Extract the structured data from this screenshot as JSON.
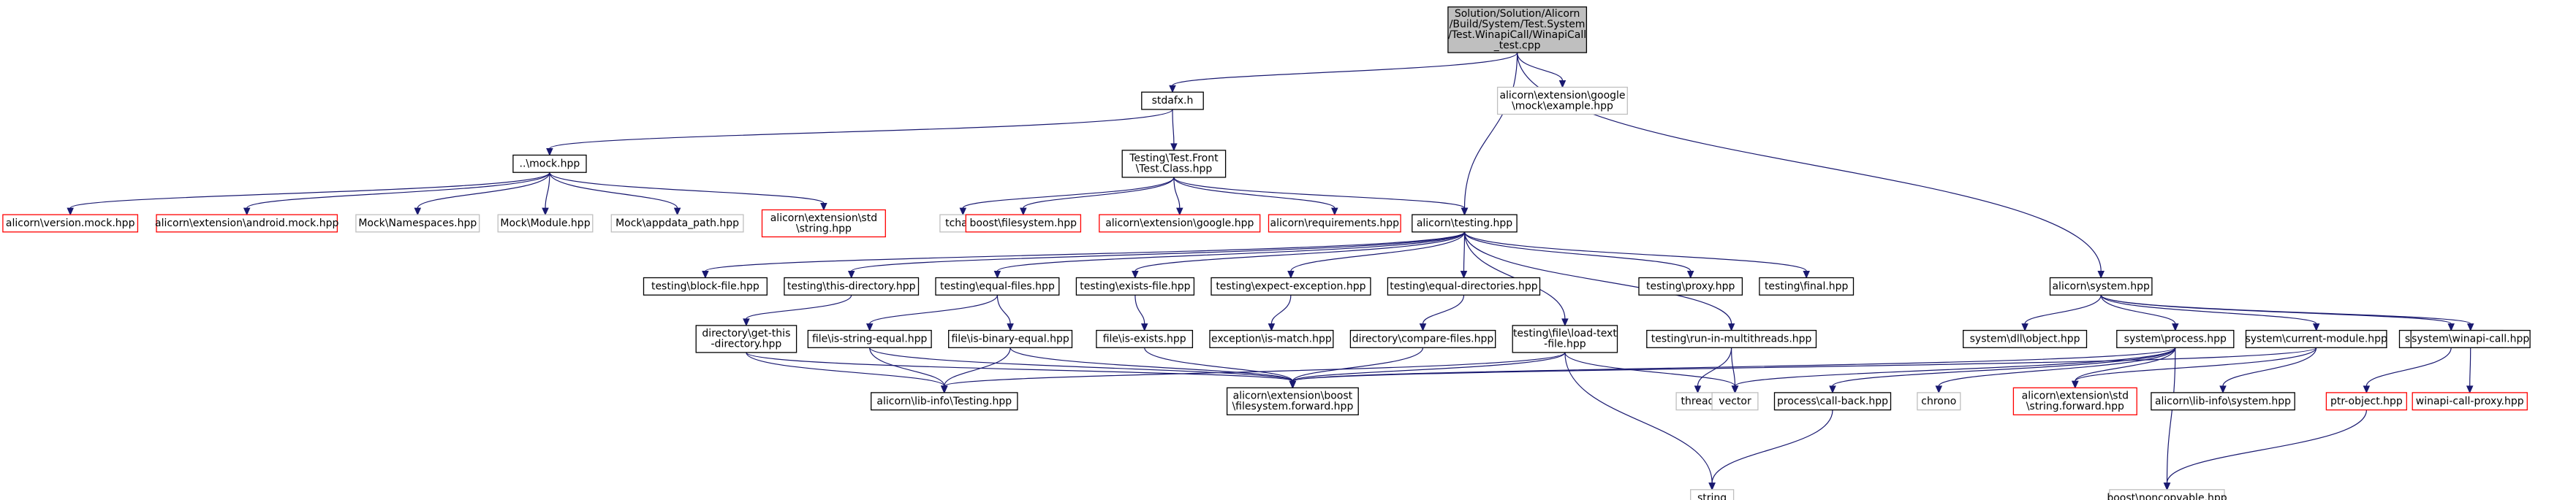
{
  "styles": {
    "root": {
      "fill": "#bfbfbf",
      "stroke": "#000000",
      "text": "#000000"
    },
    "black": {
      "fill": "#ffffff",
      "stroke": "#000000",
      "text": "#000000"
    },
    "red": {
      "fill": "#ffffff",
      "stroke": "#ff0000",
      "text": "#000000"
    },
    "gray": {
      "fill": "#ffffff",
      "stroke": "#bfbfbf",
      "text": "#000000"
    },
    "edge_color": "#191970",
    "edge_gray_color": "#8a8a9a"
  },
  "nodes": [
    {
      "id": "root",
      "style": "root",
      "lines": [
        "Solution/Solution/Alicorn",
        "/Build/System/Test.System",
        "/Test.WinapiCall/WinapiCall",
        "_test.cpp"
      ]
    },
    {
      "id": "stdafx",
      "style": "black",
      "lines": [
        "stdafx.h"
      ]
    },
    {
      "id": "google_mock_example",
      "style": "gray",
      "lines": [
        "alicorn\\extension\\google",
        "\\mock\\example.hpp"
      ]
    },
    {
      "id": "mock",
      "style": "black",
      "lines": [
        "..\\mock.hpp"
      ]
    },
    {
      "id": "test_front",
      "style": "black",
      "lines": [
        "Testing\\Test.Front",
        "\\Test.Class.hpp"
      ]
    },
    {
      "id": "version_mock",
      "style": "red",
      "lines": [
        "alicorn\\version.mock.hpp"
      ]
    },
    {
      "id": "android_mock",
      "style": "red",
      "lines": [
        "alicorn\\extension\\android.mock.hpp"
      ]
    },
    {
      "id": "mock_namespaces",
      "style": "gray",
      "lines": [
        "Mock\\Namespaces.hpp"
      ]
    },
    {
      "id": "mock_module",
      "style": "gray",
      "lines": [
        "Mock\\Module.hpp"
      ]
    },
    {
      "id": "mock_appdata",
      "style": "gray",
      "lines": [
        "Mock\\appdata_path.hpp"
      ]
    },
    {
      "id": "std_string_hpp",
      "style": "red",
      "lines": [
        "alicorn\\extension\\std",
        "\\string.hpp"
      ]
    },
    {
      "id": "tchar",
      "style": "gray",
      "lines": [
        "tchar.h"
      ]
    },
    {
      "id": "boost_filesystem",
      "style": "red",
      "lines": [
        "boost\\filesystem.hpp"
      ]
    },
    {
      "id": "ext_google",
      "style": "red",
      "lines": [
        "alicorn\\extension\\google.hpp"
      ]
    },
    {
      "id": "requirements",
      "style": "red",
      "lines": [
        "alicorn\\requirements.hpp"
      ]
    },
    {
      "id": "testing",
      "style": "black",
      "lines": [
        "alicorn\\testing.hpp"
      ]
    },
    {
      "id": "alicorn_system",
      "style": "black",
      "lines": [
        "alicorn\\system.hpp"
      ]
    },
    {
      "id": "block_file",
      "style": "black",
      "lines": [
        "testing\\block-file.hpp"
      ]
    },
    {
      "id": "this_directory",
      "style": "black",
      "lines": [
        "testing\\this-directory.hpp"
      ]
    },
    {
      "id": "equal_files",
      "style": "black",
      "lines": [
        "testing\\equal-files.hpp"
      ]
    },
    {
      "id": "exists_file",
      "style": "black",
      "lines": [
        "testing\\exists-file.hpp"
      ]
    },
    {
      "id": "expect_exception",
      "style": "black",
      "lines": [
        "testing\\expect-exception.hpp"
      ]
    },
    {
      "id": "equal_directories",
      "style": "black",
      "lines": [
        "testing\\equal-directories.hpp"
      ]
    },
    {
      "id": "load_text_file",
      "style": "black",
      "lines": [
        "testing\\file\\load-text",
        "-file.hpp"
      ]
    },
    {
      "id": "run_in_multithreads",
      "style": "black",
      "lines": [
        "testing\\run-in-multithreads.hpp"
      ]
    },
    {
      "id": "testing_proxy",
      "style": "black",
      "lines": [
        "testing\\proxy.hpp"
      ]
    },
    {
      "id": "testing_final",
      "style": "black",
      "lines": [
        "testing\\final.hpp"
      ]
    },
    {
      "id": "get_this_directory",
      "style": "black",
      "lines": [
        "directory\\get-this",
        "-directory.hpp"
      ]
    },
    {
      "id": "is_string_equal",
      "style": "black",
      "lines": [
        "file\\is-string-equal.hpp"
      ]
    },
    {
      "id": "is_binary_equal",
      "style": "black",
      "lines": [
        "file\\is-binary-equal.hpp"
      ]
    },
    {
      "id": "is_exists",
      "style": "black",
      "lines": [
        "file\\is-exists.hpp"
      ]
    },
    {
      "id": "is_match",
      "style": "black",
      "lines": [
        "exception\\is-match.hpp"
      ]
    },
    {
      "id": "compare_files",
      "style": "black",
      "lines": [
        "directory\\compare-files.hpp"
      ]
    },
    {
      "id": "lib_info_testing",
      "style": "black",
      "lines": [
        "alicorn\\lib-info\\Testing.hpp"
      ]
    },
    {
      "id": "boost_filesystem_forward",
      "style": "black",
      "lines": [
        "alicorn\\extension\\boost",
        "\\filesystem.forward.hpp"
      ]
    },
    {
      "id": "thread",
      "style": "gray",
      "lines": [
        "thread"
      ]
    },
    {
      "id": "vector",
      "style": "gray",
      "lines": [
        "vector"
      ]
    },
    {
      "id": "string",
      "style": "gray",
      "lines": [
        "string"
      ]
    },
    {
      "id": "dll_object",
      "style": "black",
      "lines": [
        "system\\dll\\object.hpp"
      ]
    },
    {
      "id": "process",
      "style": "black",
      "lines": [
        "system\\process.hpp"
      ]
    },
    {
      "id": "current_module",
      "style": "black",
      "lines": [
        "system\\current-module.hpp"
      ]
    },
    {
      "id": "dll_ptr",
      "style": "black",
      "lines": [
        "system\\dll\\ptr.hpp"
      ]
    },
    {
      "id": "winapi_call",
      "style": "black",
      "lines": [
        "system\\winapi-call.hpp"
      ]
    },
    {
      "id": "call_back",
      "style": "black",
      "lines": [
        "process\\call-back.hpp"
      ]
    },
    {
      "id": "chrono",
      "style": "gray",
      "lines": [
        "chrono"
      ]
    },
    {
      "id": "string_forward",
      "style": "red",
      "lines": [
        "alicorn\\extension\\std",
        "\\string.forward.hpp"
      ]
    },
    {
      "id": "lib_info_system",
      "style": "black",
      "lines": [
        "alicorn\\lib-info\\system.hpp"
      ]
    },
    {
      "id": "ptr_object",
      "style": "red",
      "lines": [
        "ptr-object.hpp"
      ]
    },
    {
      "id": "winapi_call_proxy",
      "style": "red",
      "lines": [
        "winapi-call-proxy.hpp"
      ]
    },
    {
      "id": "boost_noncopyable",
      "style": "gray",
      "lines": [
        "boost\\noncopyable.hpp"
      ]
    }
  ],
  "edges": [
    [
      "root",
      "stdafx"
    ],
    [
      "root",
      "google_mock_example"
    ],
    [
      "root",
      "testing"
    ],
    [
      "root",
      "alicorn_system"
    ],
    [
      "stdafx",
      "mock"
    ],
    [
      "stdafx",
      "test_front"
    ],
    [
      "mock",
      "version_mock"
    ],
    [
      "mock",
      "android_mock"
    ],
    [
      "mock",
      "mock_namespaces"
    ],
    [
      "mock",
      "mock_module"
    ],
    [
      "mock",
      "mock_appdata"
    ],
    [
      "mock",
      "std_string_hpp"
    ],
    [
      "test_front",
      "tchar"
    ],
    [
      "test_front",
      "boost_filesystem"
    ],
    [
      "test_front",
      "ext_google"
    ],
    [
      "test_front",
      "requirements"
    ],
    [
      "test_front",
      "testing"
    ],
    [
      "testing",
      "block_file"
    ],
    [
      "testing",
      "this_directory"
    ],
    [
      "testing",
      "equal_files"
    ],
    [
      "testing",
      "exists_file"
    ],
    [
      "testing",
      "expect_exception"
    ],
    [
      "testing",
      "equal_directories"
    ],
    [
      "testing",
      "load_text_file"
    ],
    [
      "testing",
      "run_in_multithreads"
    ],
    [
      "testing",
      "testing_proxy"
    ],
    [
      "testing",
      "testing_final"
    ],
    [
      "this_directory",
      "get_this_directory"
    ],
    [
      "equal_files",
      "is_string_equal"
    ],
    [
      "equal_files",
      "is_binary_equal"
    ],
    [
      "exists_file",
      "is_exists"
    ],
    [
      "expect_exception",
      "is_match"
    ],
    [
      "equal_directories",
      "compare_files"
    ],
    [
      "get_this_directory",
      "lib_info_testing"
    ],
    [
      "get_this_directory",
      "boost_filesystem_forward"
    ],
    [
      "is_string_equal",
      "lib_info_testing"
    ],
    [
      "is_string_equal",
      "boost_filesystem_forward"
    ],
    [
      "is_binary_equal",
      "lib_info_testing"
    ],
    [
      "is_binary_equal",
      "boost_filesystem_forward"
    ],
    [
      "is_exists",
      "boost_filesystem_forward"
    ],
    [
      "compare_files",
      "boost_filesystem_forward"
    ],
    [
      "load_text_file",
      "lib_info_testing"
    ],
    [
      "load_text_file",
      "boost_filesystem_forward"
    ],
    [
      "load_text_file",
      "vector"
    ],
    [
      "load_text_file",
      "string"
    ],
    [
      "run_in_multithreads",
      "thread"
    ],
    [
      "run_in_multithreads",
      "vector"
    ],
    [
      "alicorn_system",
      "dll_object"
    ],
    [
      "alicorn_system",
      "process"
    ],
    [
      "alicorn_system",
      "current_module"
    ],
    [
      "alicorn_system",
      "dll_ptr"
    ],
    [
      "alicorn_system",
      "winapi_call"
    ],
    [
      "process",
      "boost_filesystem_forward"
    ],
    [
      "process",
      "vector"
    ],
    [
      "process",
      "call_back"
    ],
    [
      "process",
      "chrono"
    ],
    [
      "process",
      "string_forward"
    ],
    [
      "process",
      "boost_noncopyable"
    ],
    [
      "current_module",
      "boost_filesystem_forward"
    ],
    [
      "current_module",
      "string_forward"
    ],
    [
      "current_module",
      "lib_info_system"
    ],
    [
      "dll_ptr",
      "ptr_object"
    ],
    [
      "winapi_call",
      "winapi_call_proxy"
    ],
    [
      "call_back",
      "string"
    ],
    [
      "ptr_object",
      "boost_noncopyable"
    ]
  ]
}
